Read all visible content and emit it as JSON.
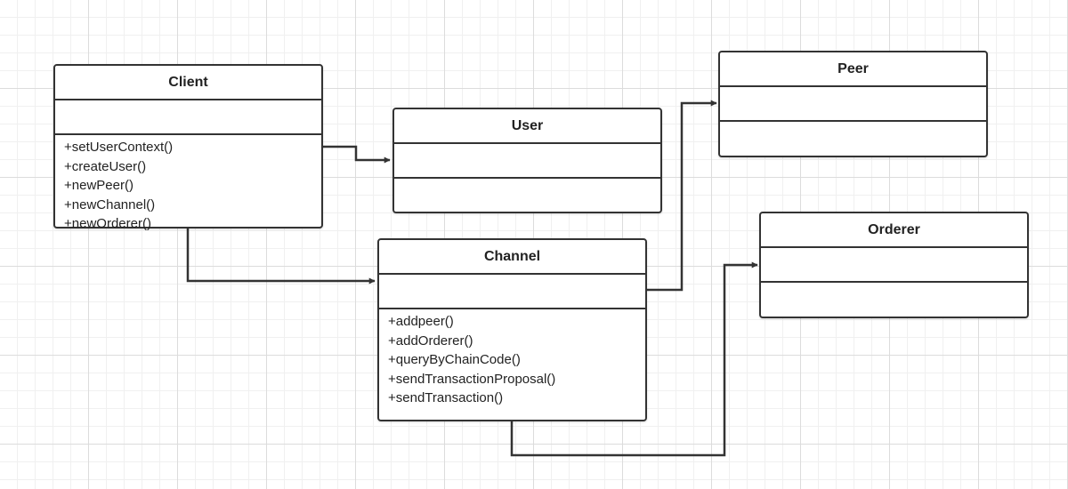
{
  "diagram": {
    "classes": {
      "client": {
        "name": "Client",
        "methods": [
          "+setUserContext()",
          "+createUser()",
          "+newPeer()",
          "+newChannel()",
          "+newOrderer()"
        ]
      },
      "user": {
        "name": "User",
        "methods": []
      },
      "peer": {
        "name": "Peer",
        "methods": []
      },
      "channel": {
        "name": "Channel",
        "methods": [
          "+addpeer()",
          "+addOrderer()",
          "+queryByChainCode()",
          "+sendTransactionProposal()",
          "+sendTransaction()"
        ]
      },
      "orderer": {
        "name": "Orderer",
        "methods": []
      }
    },
    "connector_color": "#333333"
  }
}
